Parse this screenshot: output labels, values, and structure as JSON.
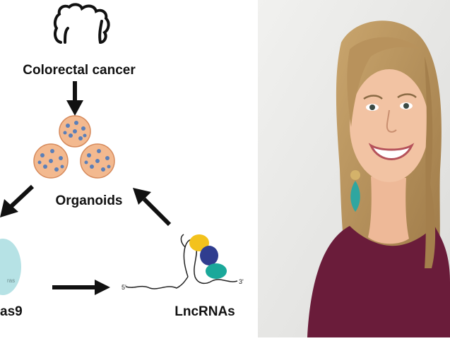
{
  "diagram": {
    "labels": {
      "colorectal_cancer": "Colorectal cancer",
      "organoids": "Organoids",
      "crispr": "as9",
      "lncrnas": "LncRNAs",
      "crispr_small": "ras",
      "rna_end": "3'"
    }
  },
  "photo": {
    "description_icon": "portrait-photo"
  },
  "colors": {
    "organoid_fill": "#f3b98f",
    "organoid_dot": "#5b7fb8",
    "cas9": "#a9dde0",
    "blob_yellow": "#f3c21c",
    "blob_blue": "#2f3d8f",
    "blob_teal": "#1aa89a",
    "shirt": "#6a1c3a",
    "hair": "#b7935f",
    "earring": "#2fa6a0"
  }
}
